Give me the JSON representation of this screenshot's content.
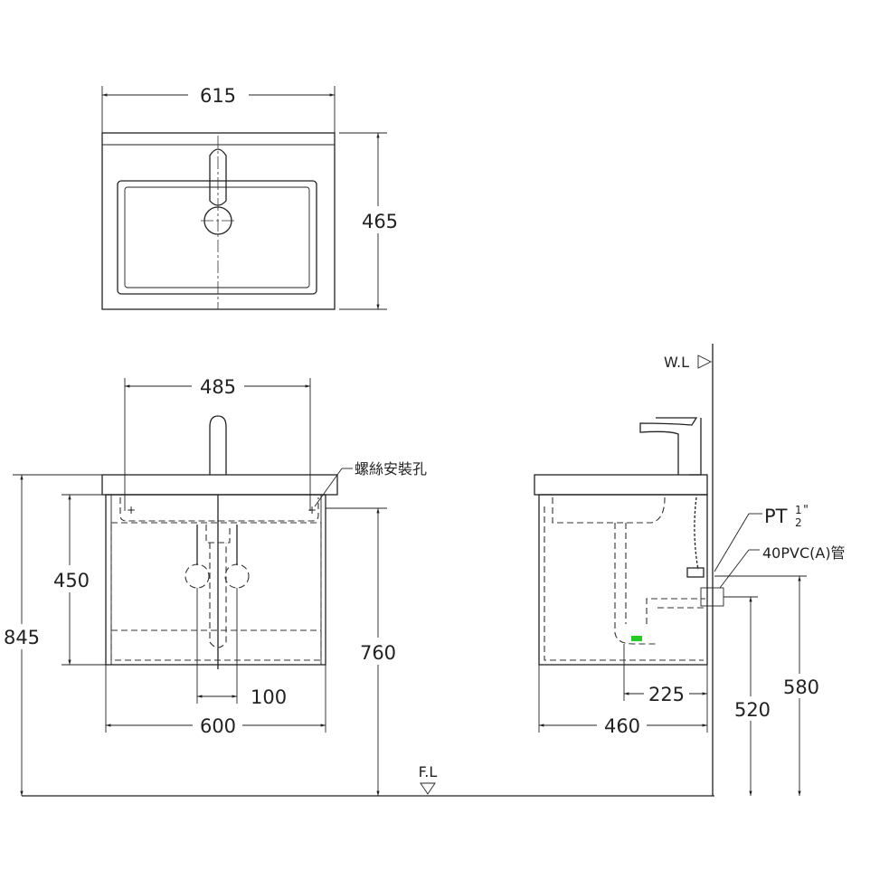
{
  "dimensions": {
    "top_width": "615",
    "top_depth": "465",
    "hole_spacing": "485",
    "cabinet_height": "450",
    "total_height": "845",
    "hole_height": "760",
    "supply_spacing": "100",
    "cabinet_width": "600",
    "side_depth": "460",
    "drain_offset": "225",
    "drain_height": "520",
    "supply_height": "580"
  },
  "labels": {
    "screw_hole": "螺絲安裝孔",
    "wall_line": "W.L",
    "floor_line": "F.L",
    "supply_thread_prefix": "PT",
    "supply_thread_num": "1",
    "supply_thread_den": "2",
    "supply_thread_unit": "\"",
    "drain_pipe": "40PVC(A)管"
  },
  "colors": {
    "line": "#222222",
    "accent": "#22cc22"
  }
}
